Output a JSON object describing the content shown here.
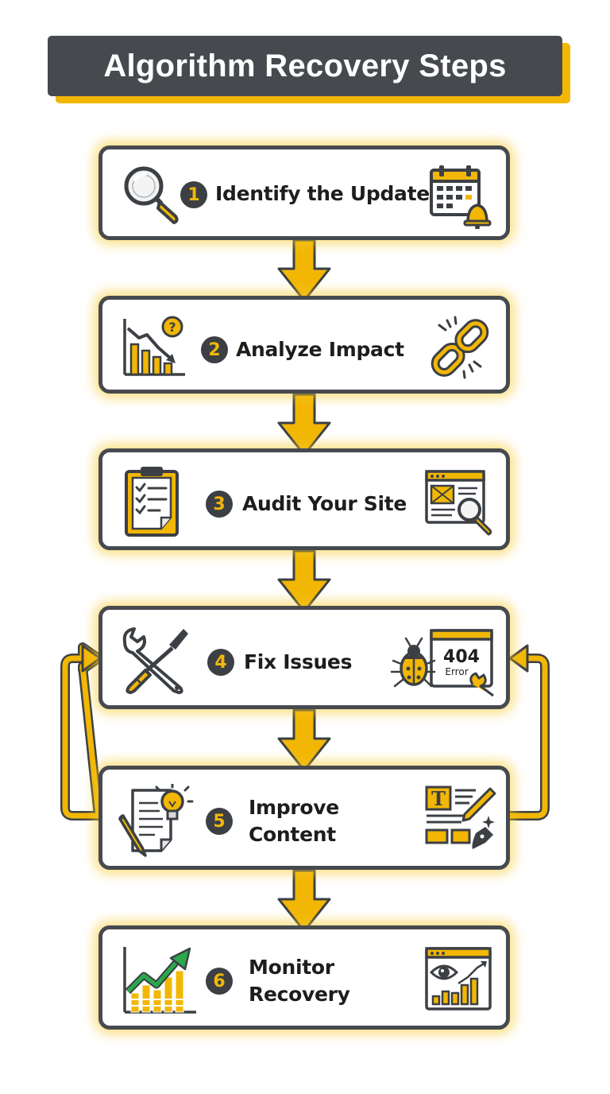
{
  "title": "Algorithm Recovery Steps",
  "colors": {
    "accent": "#f2b705",
    "dark": "#464a4f",
    "green": "#2aa84a",
    "white": "#ffffff"
  },
  "steps": [
    {
      "number": "1",
      "label": "Identify the Update",
      "icons": [
        "magnifying-glass-icon",
        "calendar-bell-icon"
      ]
    },
    {
      "number": "2",
      "label": "Analyze Impact",
      "icons": [
        "declining-chart-icon",
        "broken-link-icon"
      ]
    },
    {
      "number": "3",
      "label": "Audit Your Site",
      "icons": [
        "checklist-clipboard-icon",
        "webpage-search-icon"
      ]
    },
    {
      "number": "4",
      "label": "Fix Issues",
      "icons": [
        "wrench-screwdriver-icon",
        "bug-404-error-icon"
      ]
    },
    {
      "number": "5",
      "label_lines": [
        "Improve",
        "Content"
      ],
      "icons": [
        "document-lightbulb-icon",
        "text-layout-pen-icon"
      ]
    },
    {
      "number": "6",
      "label_lines": [
        "Monitor",
        "Recovery"
      ],
      "icons": [
        "growth-chart-icon",
        "eye-analytics-icon"
      ]
    }
  ],
  "error_badge": {
    "code": "404",
    "text": "Error"
  }
}
